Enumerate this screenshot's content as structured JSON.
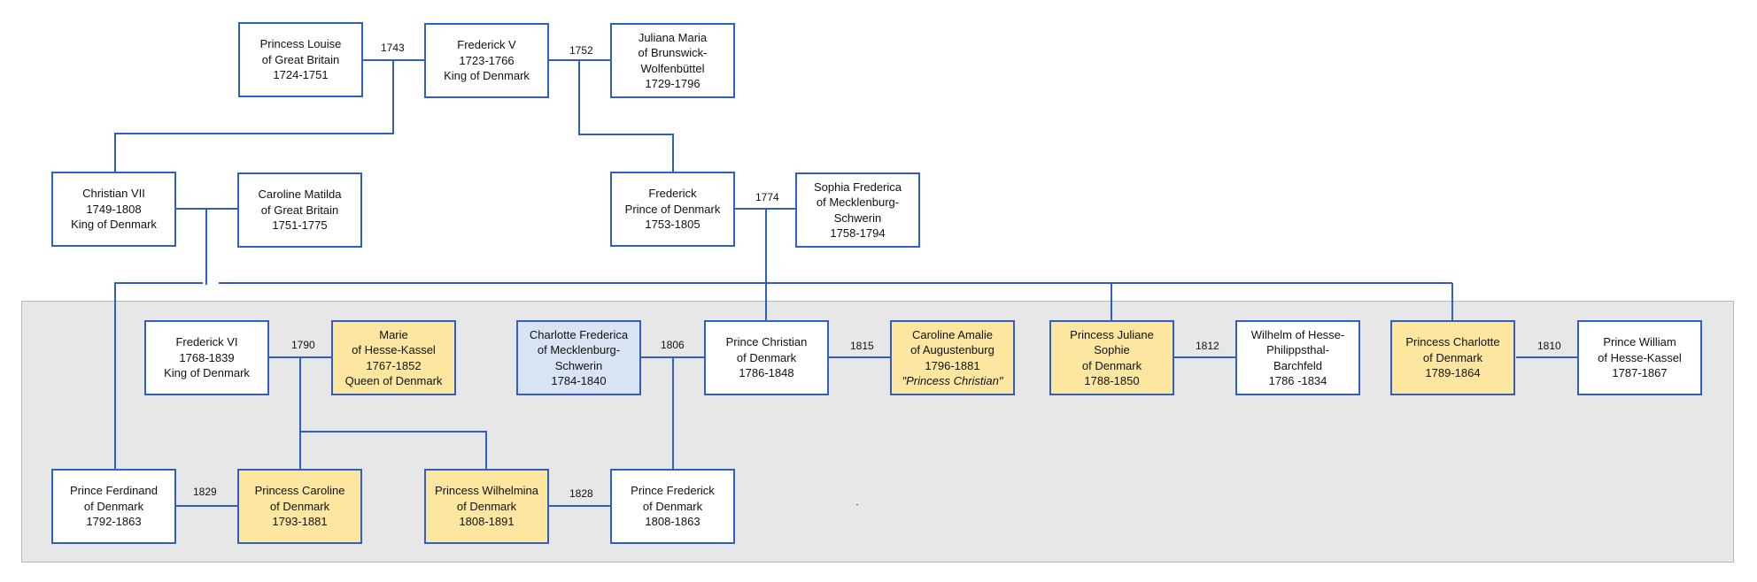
{
  "colors": {
    "line": "#2f5ec4",
    "box_border": "#2f5ec4",
    "box_fill": "#ffffff",
    "highlight_fill": "#fde7a0",
    "blue_fill": "#d8e3f4",
    "band_fill": "#e7e7e7"
  },
  "people": {
    "louise": {
      "lines": [
        "Princess Louise",
        "of Great Britain",
        "1724-1751"
      ]
    },
    "frederick_v": {
      "lines": [
        "Frederick V",
        "1723-1766",
        "King of Denmark"
      ]
    },
    "juliana_maria": {
      "lines": [
        "Juliana Maria",
        "of Brunswick-",
        "Wolfenbüttel",
        "1729-1796"
      ]
    },
    "christian_vii": {
      "lines": [
        "Christian VII",
        "1749-1808",
        "King of Denmark"
      ]
    },
    "caroline_matilda": {
      "lines": [
        "Caroline Matilda",
        "of Great Britain",
        "1751-1775"
      ]
    },
    "frederick_prince": {
      "lines": [
        "Frederick",
        "Prince of Denmark",
        "1753-1805"
      ]
    },
    "sophia_frederica": {
      "lines": [
        "Sophia Frederica",
        "of Mecklenburg-",
        "Schwerin",
        "1758-1794"
      ]
    },
    "frederick_vi": {
      "lines": [
        "Frederick VI",
        "1768-1839",
        "King of Denmark"
      ]
    },
    "marie": {
      "lines": [
        "Marie",
        "of Hesse-Kassel",
        "1767-1852",
        "Queen of Denmark"
      ]
    },
    "charlotte_frederica": {
      "lines": [
        "Charlotte Frederica",
        "of Mecklenburg-",
        "Schwerin",
        "1784-1840"
      ]
    },
    "prince_christian": {
      "lines": [
        "Prince Christian",
        "of Denmark",
        "1786-1848"
      ]
    },
    "caroline_amalie": {
      "lines": [
        "Caroline Amalie",
        "of Augustenburg",
        "1796-1881"
      ],
      "italic_line": "\"Princess Christian\""
    },
    "juliane_sophie": {
      "lines": [
        "Princess Juliane",
        "Sophie",
        "of Denmark",
        "1788-1850"
      ]
    },
    "wilhelm": {
      "lines": [
        "Wilhelm of Hesse-",
        "Philippsthal-",
        "Barchfeld",
        "1786 -1834"
      ]
    },
    "charlotte": {
      "lines": [
        "Princess Charlotte",
        "of Denmark",
        "1789-1864"
      ]
    },
    "william": {
      "lines": [
        "Prince William",
        "of Hesse-Kassel",
        "1787-1867"
      ]
    },
    "ferdinand": {
      "lines": [
        "Prince Ferdinand",
        "of Denmark",
        "1792-1863"
      ]
    },
    "caroline": {
      "lines": [
        "Princess Caroline",
        "of Denmark",
        "1793-1881"
      ]
    },
    "wilhelmina": {
      "lines": [
        "Princess Wilhelmina",
        "of Denmark",
        "1808-1891"
      ]
    },
    "frederick_1808": {
      "lines": [
        "Prince Frederick",
        "of Denmark",
        "1808-1863"
      ]
    }
  },
  "marriage_years": {
    "m1743": "1743",
    "m1752": "1752",
    "m1774": "1774",
    "m1790": "1790",
    "m1806": "1806",
    "m1815": "1815",
    "m1812": "1812",
    "m1810": "1810",
    "m1829": "1829",
    "m1828": "1828"
  }
}
